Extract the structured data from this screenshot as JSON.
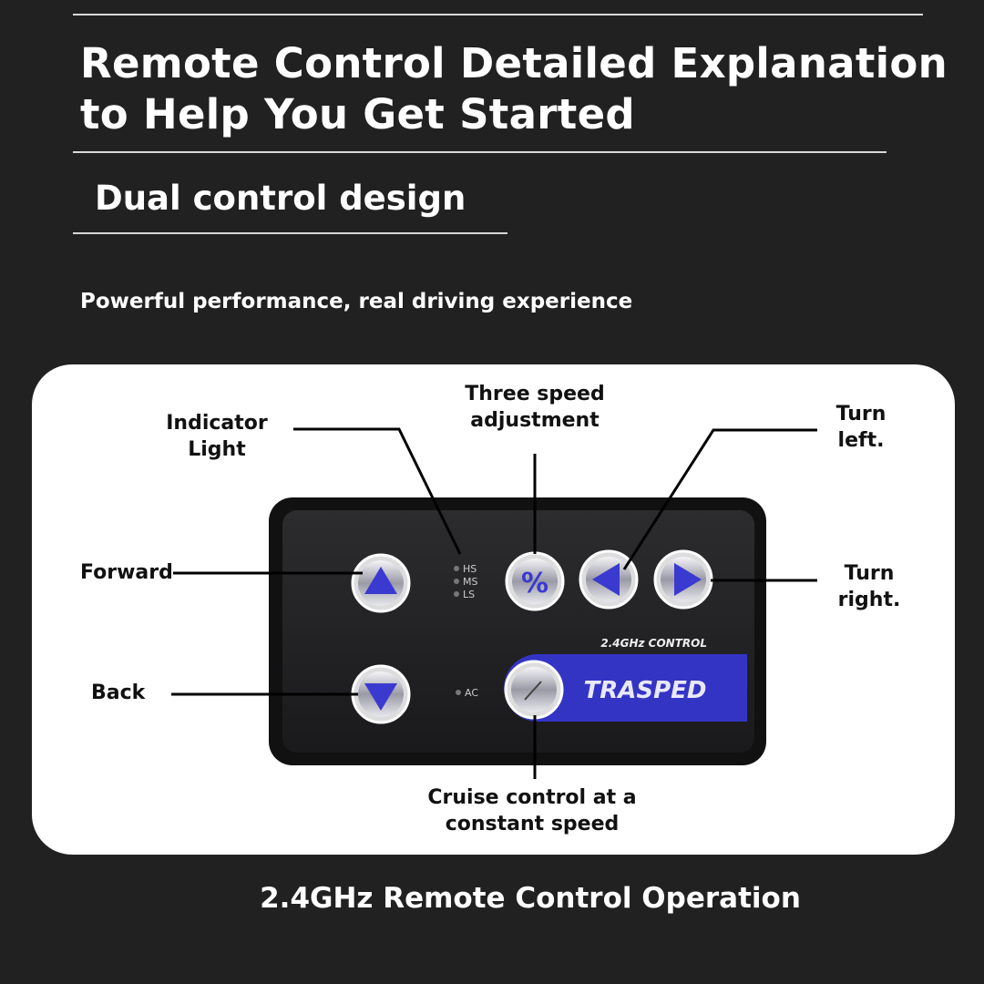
{
  "header": {
    "title_line1": "Remote Control Detailed Explanation",
    "title_line2": "to Help You Get Started",
    "subtitle": "Dual control design",
    "tagline": "Powerful performance, real driving experience"
  },
  "callouts": {
    "indicator_line1": "Indicator",
    "indicator_line2": "Light",
    "speed_line1": "Three speed",
    "speed_line2": "adjustment",
    "left_line1": "Turn",
    "left_line2": "left.",
    "right_line1": "Turn",
    "right_line2": "right.",
    "forward": "Forward",
    "back": "Back",
    "cruise_line1": "Cruise control at a",
    "cruise_line2": "constant speed"
  },
  "remote": {
    "indicators": [
      "HS",
      "MS",
      "LS"
    ],
    "ac_label": "AC",
    "speed_symbol": "%",
    "band_label": "2.4GHz CONTROL",
    "brand": "TRASPED",
    "accent_color": "#3a3ad0"
  },
  "caption": "2.4GHz Remote Control Operation"
}
